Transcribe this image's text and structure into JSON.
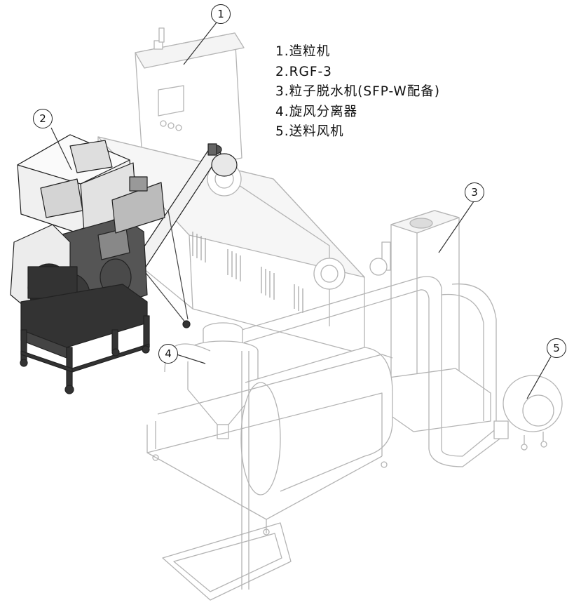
{
  "callouts": [
    {
      "number": "1",
      "component": "造粒机"
    },
    {
      "number": "2",
      "component": "RGF-3"
    },
    {
      "number": "3",
      "component": "粒子脱水机(SFP-W配备)"
    },
    {
      "number": "4",
      "component": "旋风分离器"
    },
    {
      "number": "5",
      "component": "送料风机"
    }
  ],
  "legend": [
    "1.造粒机",
    "2.RGF-3",
    "3.粒子脱水机(SFP-W配备)",
    "4.旋风分离器",
    "5.送料风机"
  ],
  "colors": {
    "line_faded": "#b4b4b4",
    "line_dark": "#333333",
    "machine_dark": "#3a3a3a",
    "machine_mid": "#8a8a8a",
    "machine_light": "#e4e4e4"
  }
}
